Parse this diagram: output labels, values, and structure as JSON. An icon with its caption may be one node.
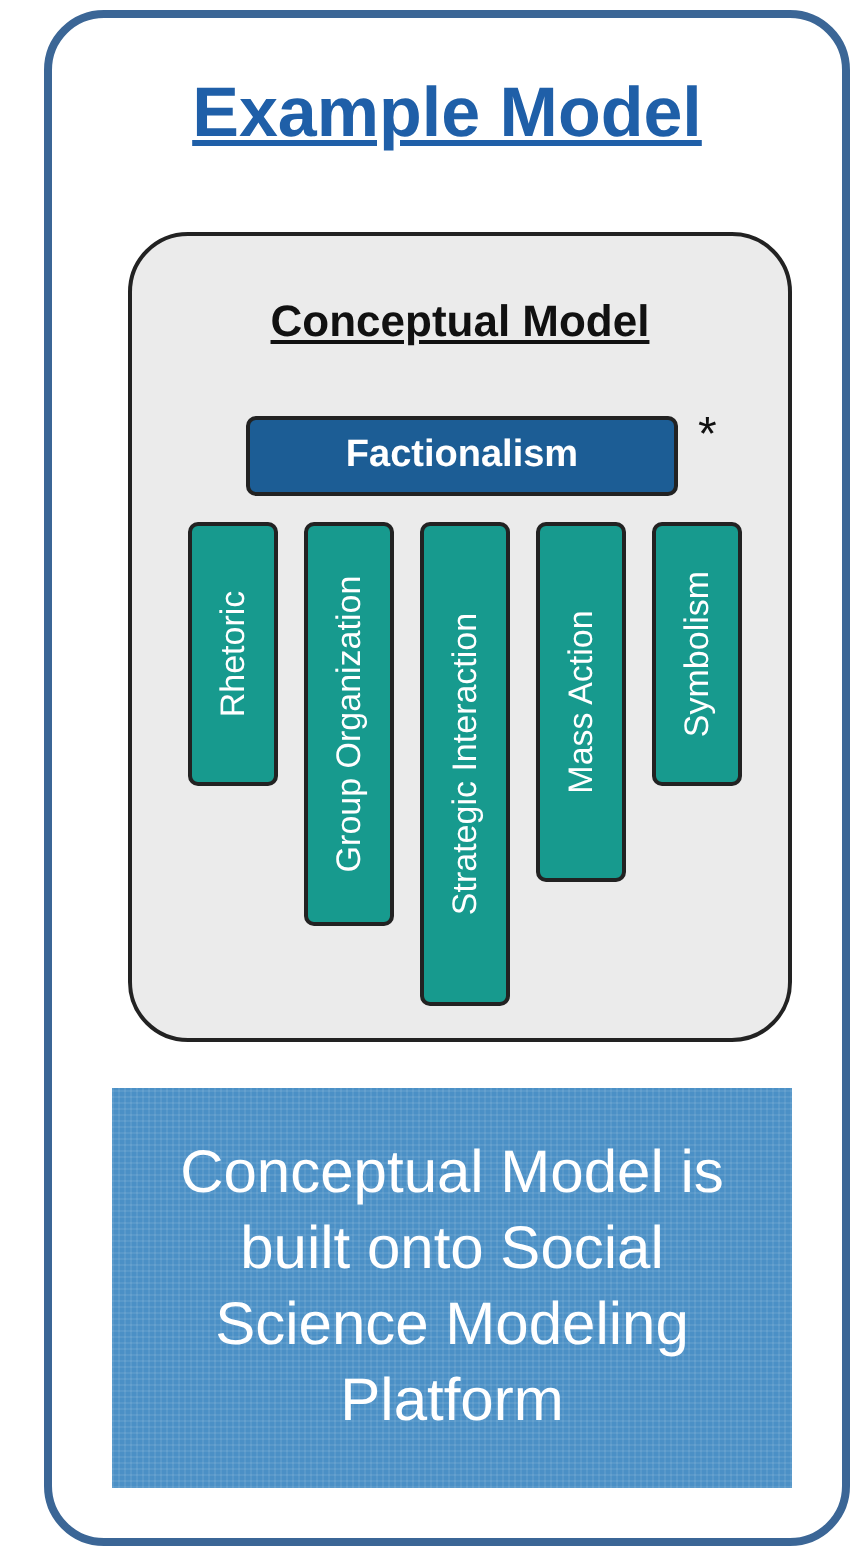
{
  "diagram": {
    "nodes": [
      {
        "text": [
          "Example Model"
        ]
      },
      {
        "text": [
          "Conceptual Model"
        ],
        "in": 0
      },
      {
        "text": [
          "Factionalism"
        ],
        "in": 1,
        "beside": [
          "*"
        ]
      },
      {
        "text": [
          "Rhetoric"
        ],
        "in": 1
      },
      {
        "text": [
          "Group Organization"
        ],
        "in": 1
      },
      {
        "text": [
          "Strategic Interaction"
        ],
        "in": 1
      },
      {
        "text": [
          "Mass Action"
        ],
        "in": 1
      },
      {
        "text": [
          "Symbolism"
        ],
        "in": 1
      },
      {
        "text": [
          "Conceptual Model is built onto Social Science Modeling Platform"
        ],
        "in": 0
      }
    ],
    "edges": []
  }
}
